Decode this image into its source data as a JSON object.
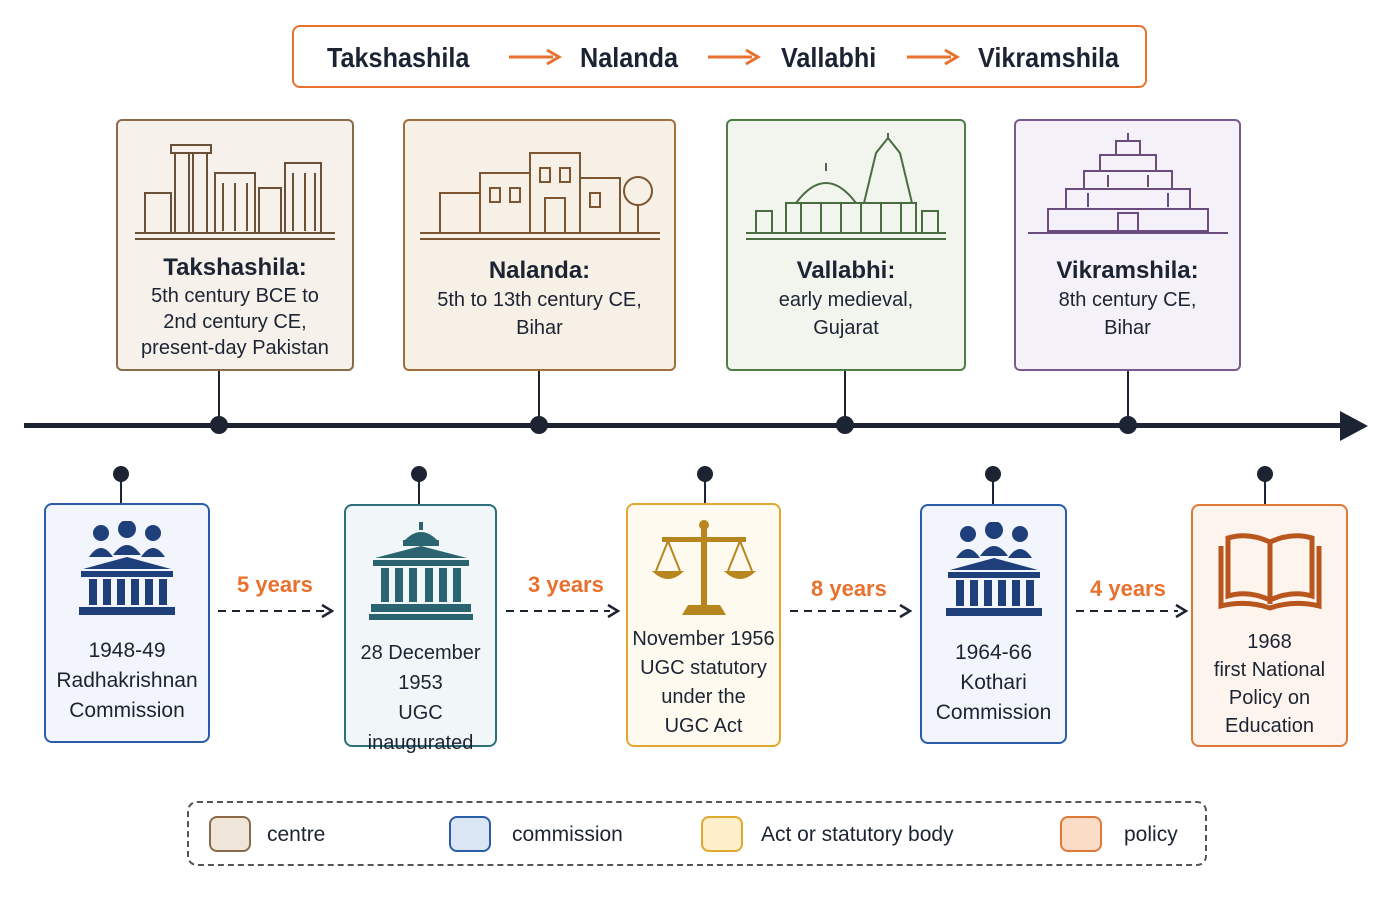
{
  "sequence": {
    "items": [
      "Takshashila",
      "Nalanda",
      "Vallabhi",
      "Vikramshila"
    ]
  },
  "centres": [
    {
      "name": "Takshashila:",
      "detail": "5th century BCE to\n2nd century CE,\npresent-day Pakistan",
      "icon": "ruined-pillars-icon",
      "color": "#8a6a4a",
      "bg": "#f6f1ea"
    },
    {
      "name": "Nalanda:",
      "detail": "5th to 13th century CE,\nBihar",
      "icon": "monastery-ruins-icon",
      "color": "#a0703a",
      "bg": "#f7f0e6"
    },
    {
      "name": "Vallabhi:",
      "detail": "early medieval,\nGujarat",
      "icon": "temple-icon",
      "color": "#4f7d46",
      "bg": "#f1f5ee"
    },
    {
      "name": "Vikramshila:",
      "detail": "8th century CE,\nBihar",
      "icon": "stepped-pyramid-icon",
      "color": "#7a5a8e",
      "bg": "#f5f1f8"
    }
  ],
  "milestones": [
    {
      "text": "1948-49\nRadhakrishnan\nCommission",
      "icon": "commission-icon",
      "color": "#2b5ca8",
      "bg": "#f2f6fc"
    },
    {
      "text": "28 December 1953\nUGC inaugurated",
      "icon": "institution-building-icon",
      "color": "#2f6f7a",
      "bg": "#f1f7f8"
    },
    {
      "text": "November 1956\nUGC statutory\nunder the\nUGC Act",
      "icon": "scales-icon",
      "color": "#e0a82e",
      "bg": "#fefaf0"
    },
    {
      "text": "1964-66\nKothari\nCommission",
      "icon": "commission-icon",
      "color": "#2b5ca8",
      "bg": "#f2f6fc"
    },
    {
      "text": "1968\nfirst National\nPolicy on\nEducation",
      "icon": "open-book-icon",
      "color": "#e0783a",
      "bg": "#fdf4ee"
    }
  ],
  "gaps": [
    "5 years",
    "3 years",
    "8 years",
    "4 years"
  ],
  "legend": [
    {
      "label": "centre",
      "color": "#8a6a4a",
      "fill": "#efe6d9"
    },
    {
      "label": "commission",
      "color": "#2b5ca8",
      "fill": "#dbe6f5"
    },
    {
      "label": "Act or statutory body",
      "color": "#e0a82e",
      "fill": "#fcefc9"
    },
    {
      "label": "policy",
      "color": "#e0783a",
      "fill": "#fbdcc6"
    }
  ],
  "colors": {
    "accent": "#e8712e",
    "ink": "#1c2433"
  }
}
